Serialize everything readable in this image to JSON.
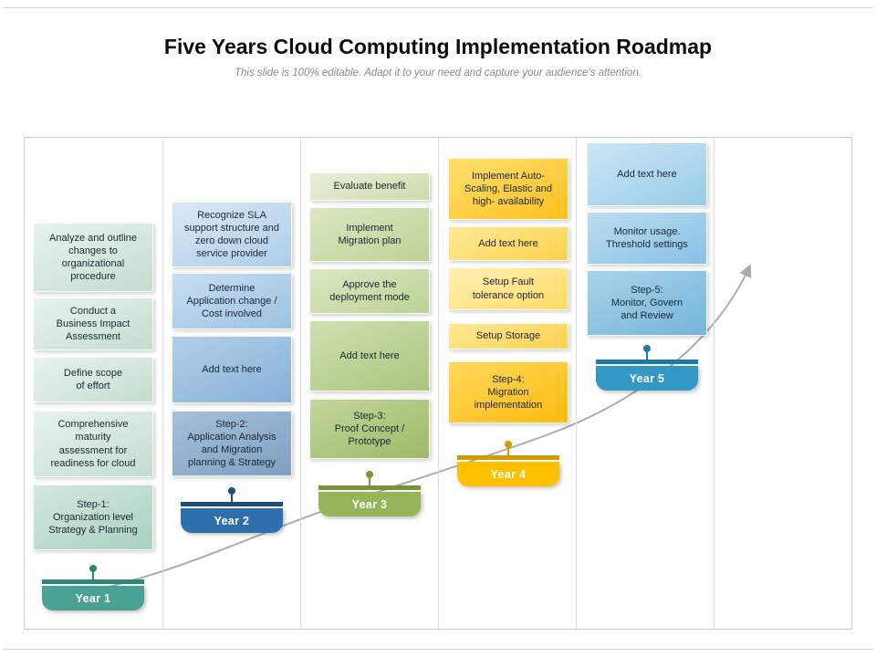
{
  "slide": {
    "title": "Five Years Cloud Computing Implementation Roadmap",
    "subtitle": "This slide is 100% editable. Adapt it to your need and capture your audience's attention."
  },
  "palette": {
    "year1_accent": "#4aa294",
    "year2_accent": "#2f6fae",
    "year3_accent": "#97b558",
    "year4_accent": "#ffc000",
    "year5_accent": "#3498c7",
    "arrow": "#ababab"
  },
  "columns": [
    {
      "year": "Year 1",
      "boxes": [
        "Analyze and outline\nchanges to\norganizational\nprocedure",
        "Conduct a\nBusiness Impact\nAssessment",
        "Define scope\nof effort",
        "Comprehensive\nmaturity\nassessment for\nreadiness for cloud",
        "Step-1:\nOrganization level\nStrategy & Planning"
      ]
    },
    {
      "year": "Year 2",
      "boxes": [
        "Recognize SLA\nsupport structure and\nzero down cloud\nservice provider",
        "Determine\nApplication change /\nCost involved",
        "Add text here",
        "Step-2:\nApplication Analysis\nand Migration\nplanning & Strategy"
      ]
    },
    {
      "year": "Year 3",
      "boxes": [
        "Evaluate benefit",
        "Implement\nMigration plan",
        "Approve the\ndeployment mode",
        "Add text here",
        "Step-3:\nProof Concept /\nPrototype"
      ]
    },
    {
      "year": "Year 4",
      "boxes": [
        "Implement  Auto-\nScaling, Elastic and\nhigh- availability",
        "Add text here",
        "Setup Fault\ntolerance option",
        "Setup Storage",
        "Step-4:\nMigration\nimplementation"
      ]
    },
    {
      "year": "Year 5",
      "boxes": [
        "Add text here",
        "Monitor usage.\nThreshold settings",
        "Step-5:\nMonitor, Govern\nand Review"
      ]
    }
  ]
}
